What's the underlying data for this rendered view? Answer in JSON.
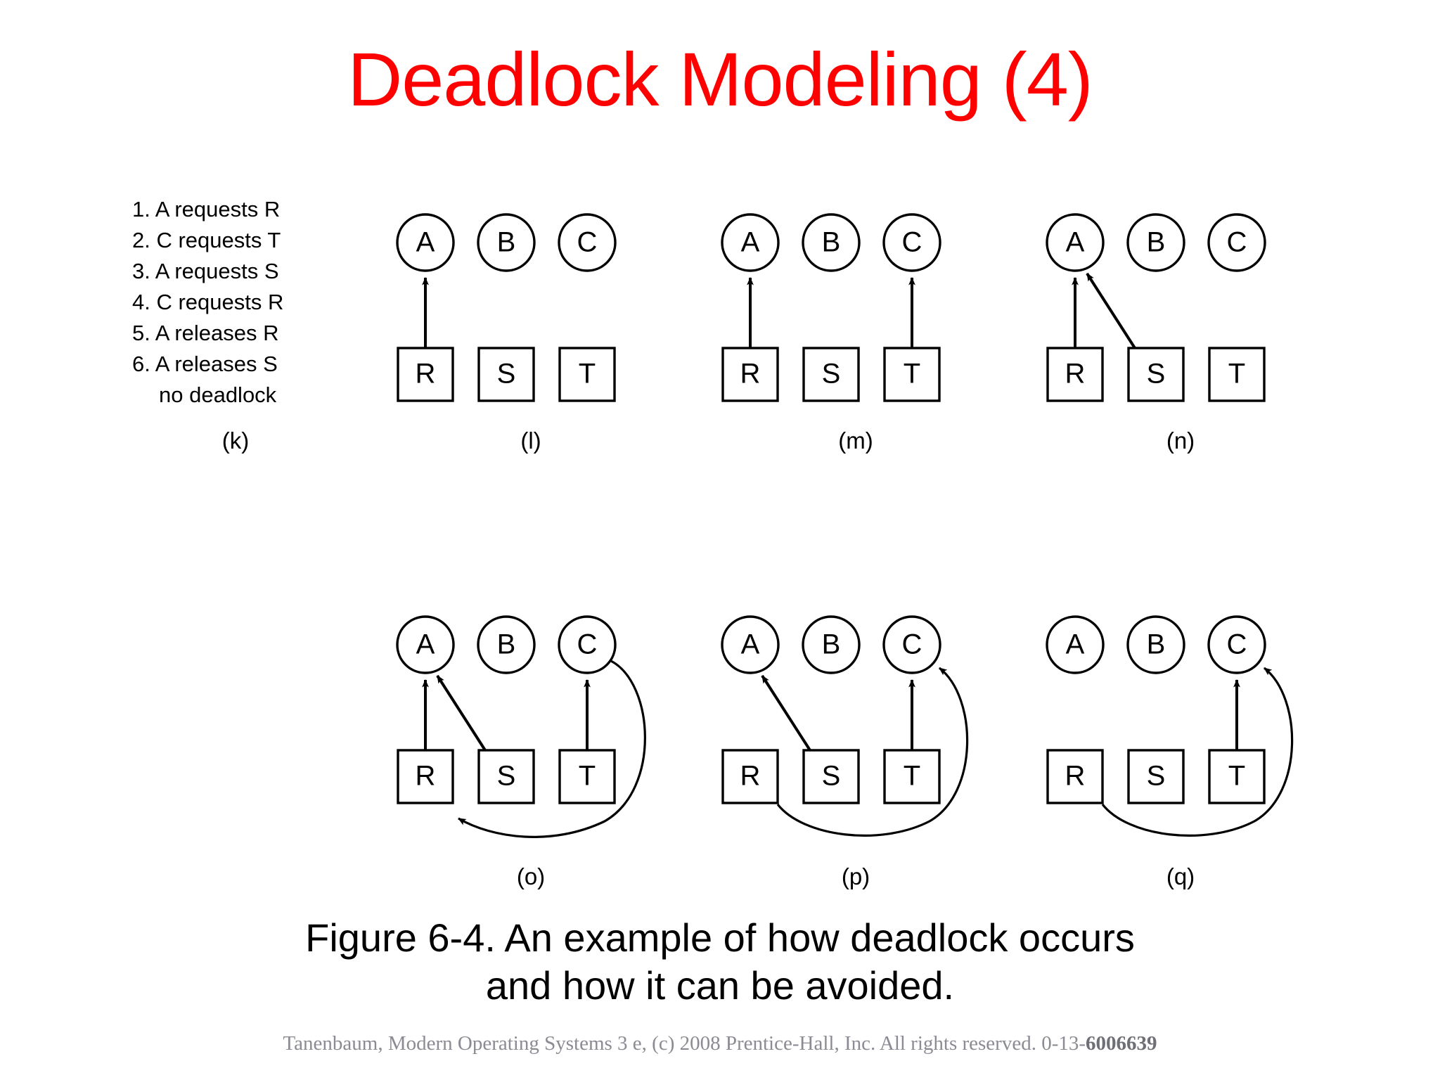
{
  "slide": {
    "title": "Deadlock Modeling (4)",
    "title_color": "#ff0000",
    "background_color": "#ffffff"
  },
  "steps_panel": {
    "label": "(k)",
    "items": [
      "1. A requests R",
      "2. C requests T",
      "3. A requests S",
      "4. C requests R",
      "5. A releases R",
      "6. A releases S"
    ],
    "note": "no deadlock"
  },
  "nodes": {
    "processes": [
      "A",
      "B",
      "C"
    ],
    "resources": [
      "R",
      "S",
      "T"
    ]
  },
  "panels": [
    {
      "id": "l",
      "label": "(l)",
      "processes": [
        "A",
        "B",
        "C"
      ],
      "resources": [
        "R",
        "S",
        "T"
      ],
      "edges": [
        {
          "from": "R",
          "to": "A",
          "kind": "assignment",
          "style": "straight-vertical"
        }
      ]
    },
    {
      "id": "m",
      "label": "(m)",
      "processes": [
        "A",
        "B",
        "C"
      ],
      "resources": [
        "R",
        "S",
        "T"
      ],
      "edges": [
        {
          "from": "R",
          "to": "A",
          "kind": "assignment",
          "style": "straight-vertical"
        },
        {
          "from": "T",
          "to": "C",
          "kind": "assignment",
          "style": "straight-vertical"
        }
      ]
    },
    {
      "id": "n",
      "label": "(n)",
      "processes": [
        "A",
        "B",
        "C"
      ],
      "resources": [
        "R",
        "S",
        "T"
      ],
      "edges": [
        {
          "from": "R",
          "to": "A",
          "kind": "assignment",
          "style": "straight-vertical"
        },
        {
          "from": "S",
          "to": "A",
          "kind": "assignment",
          "style": "diagonal"
        }
      ]
    },
    {
      "id": "o",
      "label": "(o)",
      "processes": [
        "A",
        "B",
        "C"
      ],
      "resources": [
        "R",
        "S",
        "T"
      ],
      "edges": [
        {
          "from": "R",
          "to": "A",
          "kind": "assignment",
          "style": "straight-vertical"
        },
        {
          "from": "S",
          "to": "A",
          "kind": "assignment",
          "style": "diagonal"
        },
        {
          "from": "T",
          "to": "C",
          "kind": "assignment",
          "style": "straight-vertical"
        },
        {
          "from": "C",
          "to": "R",
          "kind": "request",
          "style": "curve-around-bottom"
        }
      ]
    },
    {
      "id": "p",
      "label": "(p)",
      "processes": [
        "A",
        "B",
        "C"
      ],
      "resources": [
        "R",
        "S",
        "T"
      ],
      "edges": [
        {
          "from": "S",
          "to": "A",
          "kind": "assignment",
          "style": "diagonal"
        },
        {
          "from": "T",
          "to": "C",
          "kind": "assignment",
          "style": "straight-vertical"
        },
        {
          "from": "R",
          "to": "C",
          "kind": "request",
          "style": "curve-around-bottom"
        }
      ]
    },
    {
      "id": "q",
      "label": "(q)",
      "processes": [
        "A",
        "B",
        "C"
      ],
      "resources": [
        "R",
        "S",
        "T"
      ],
      "edges": [
        {
          "from": "T",
          "to": "C",
          "kind": "assignment",
          "style": "straight-vertical"
        },
        {
          "from": "R",
          "to": "C",
          "kind": "request",
          "style": "curve-around-bottom"
        }
      ]
    }
  ],
  "caption": {
    "line1": "Figure 6-4. An example of how deadlock occurs",
    "line2": "and how it can be avoided."
  },
  "footer": {
    "text": "Tanenbaum, Modern Operating Systems 3 e, (c) 2008 Prentice-Hall, Inc. All rights reserved. 0-13-",
    "isbn": "6006639"
  }
}
